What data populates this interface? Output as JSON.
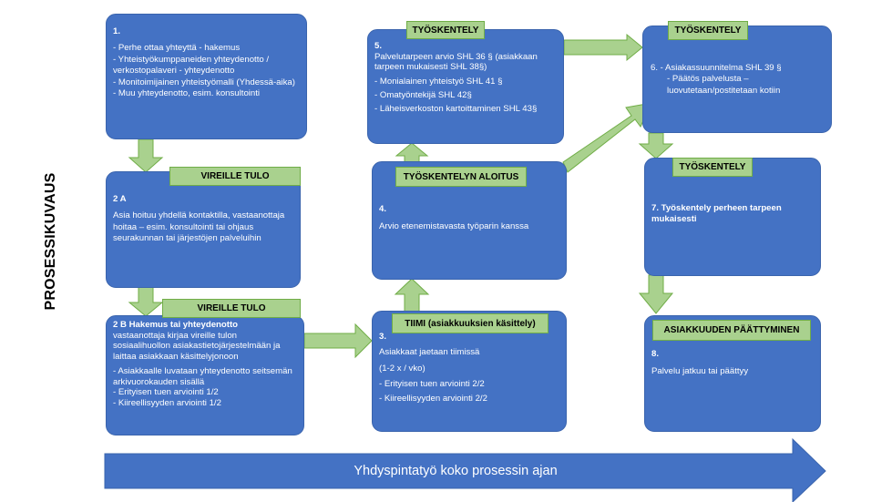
{
  "side_title": "PROSESSIKUVAUS",
  "bottom_arrow_label": "Yhdyspintatyö koko prosessin ajan",
  "tags": {
    "vireille1": "VIREILLE TULO",
    "vireille2": "VIREILLE TULO",
    "aloitus": "TYÖSKENTELYN ALOITUS",
    "tiimi": "TIIMI (asiakkuuksien käsittely)",
    "tyo5": "TYÖSKENTELY",
    "tyo6": "TYÖSKENTELY",
    "tyo7": "TYÖSKENTELY",
    "paattyminen": "ASIAKKUUDEN PÄÄTTYMINEN"
  },
  "box1": {
    "num": "1.",
    "items": [
      "- Perhe ottaa yhteyttä  - hakemus",
      "- Yhteistyökumppaneiden yhteydenotto / verkostopalaveri - yhteydenotto",
      "- Monitoimijainen yhteistyömalli (Yhdessä-aika)",
      "- Muu yhteydenotto, esim. konsultointi"
    ]
  },
  "box2a": {
    "num": "2 A",
    "text": "Asia hoituu yhdellä kontaktilla, vastaanottaja hoitaa – esim. konsultointi tai ohjaus seurakunnan tai järjestöjen palveluihin"
  },
  "box2b": {
    "title": "2 B Hakemus tai yhteydenotto",
    "text": "vastaanottaja kirjaa vireille tulon sosiaalihuollon asiakastietojärjestelmään ja laittaa asiakkaan käsittelyjonoon",
    "items": [
      "- Asiakkaalle luvataan yhteydenotto seitsemän arkivuorokauden sisällä",
      "- Erityisen tuen arviointi 1/2",
      "- Kiireellisyyden arviointi 1/2"
    ]
  },
  "box3": {
    "num": "3.",
    "lines": [
      "Asiakkaat jaetaan tiimissä",
      "(1-2 x / vko)",
      "- Erityisen tuen arviointi 2/2",
      "- Kiireellisyyden arviointi 2/2"
    ]
  },
  "box4": {
    "num": "4.",
    "text": "Arvio etenemistavasta työparin kanssa"
  },
  "box5": {
    "num": "5.",
    "items": [
      "Palvelutarpeen arvio SHL 36 § (asiakkaan tarpeen mukaisesti SHL 38§)",
      "- Monialainen yhteistyö SHL 41 §",
      "- Omatyöntekijä SHL 42§",
      "- Läheisverkoston kartoittaminen SHL 43§"
    ]
  },
  "box6": {
    "line1": "6. - Asiakassuunnitelma SHL 39 §",
    "line2": "- Päätös palvelusta – luovutetaan/postitetaan kotiin"
  },
  "box7": {
    "text": "7. Työskentely perheen tarpeen mukaisesti"
  },
  "box8": {
    "num": "8.",
    "text": "Palvelu jatkuu tai päättyy"
  },
  "colors": {
    "box_blue": "#4472C4",
    "arrow_green": "#A9D18E",
    "tag_green": "#A9D18E"
  }
}
